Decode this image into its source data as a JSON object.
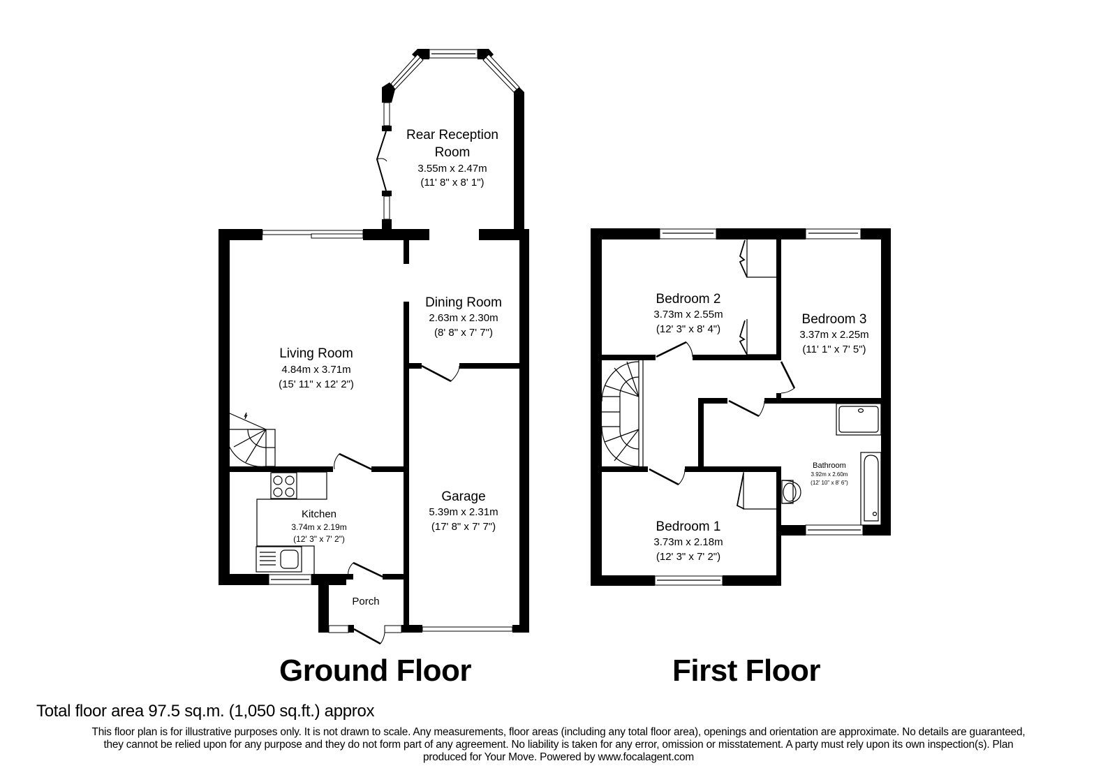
{
  "ground_floor": {
    "title": "Ground Floor",
    "rooms": {
      "rear_reception": {
        "name_line1": "Rear Reception",
        "name_line2": "Room",
        "metric": "3.55m x 2.47m",
        "imperial": "(11' 8\" x 8' 1\")"
      },
      "living_room": {
        "name": "Living Room",
        "metric": "4.84m x 3.71m",
        "imperial": "(15' 11\" x 12' 2\")"
      },
      "dining_room": {
        "name": "Dining Room",
        "metric": "2.63m x 2.30m",
        "imperial": "(8' 8\" x 7' 7\")"
      },
      "kitchen": {
        "name": "Kitchen",
        "metric": "3.74m x 2.19m",
        "imperial": "(12' 3\" x 7' 2\")"
      },
      "garage": {
        "name": "Garage",
        "metric": "5.39m x 2.31m",
        "imperial": "(17' 8\" x 7' 7\")"
      },
      "porch": {
        "name": "Porch"
      }
    }
  },
  "first_floor": {
    "title": "First Floor",
    "rooms": {
      "bedroom_2": {
        "name": "Bedroom 2",
        "metric": "3.73m x 2.55m",
        "imperial": "(12' 3\" x 8' 4\")"
      },
      "bedroom_3": {
        "name": "Bedroom 3",
        "metric": "3.37m x 2.25m",
        "imperial": "(11' 1\" x 7' 5\")"
      },
      "bathroom": {
        "name": "Bathroom",
        "metric": "3.92m x 2.60m",
        "imperial": "(12' 10\" x 8' 6\")"
      },
      "bedroom_1": {
        "name": "Bedroom 1",
        "metric": "3.73m x 2.18m",
        "imperial": "(12' 3\" x 7' 2\")"
      }
    }
  },
  "footer": {
    "total_area": "Total floor area 97.5 sq.m. (1,050 sq.ft.) approx",
    "disclaimer_line1": "This floor plan is for illustrative purposes only. It is not drawn to scale. Any measurements, floor areas (including any total floor area), openings and orientation are approximate. No details are guaranteed,",
    "disclaimer_line2": "they cannot be relied upon for any purpose and they do not form part of any agreement. No liability is taken for any error, omission or misstatement. A party must rely upon its own inspection(s).  Plan",
    "disclaimer_line3": "produced for Your Move. Powered by www.focalagent.com"
  },
  "colors": {
    "wall": "#000000",
    "background": "#ffffff"
  }
}
